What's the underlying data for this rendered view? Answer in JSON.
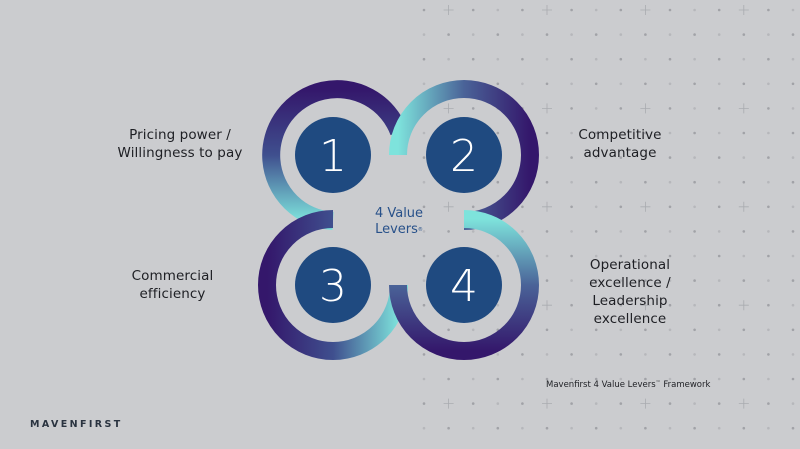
{
  "diagram": {
    "center_label_line1": "4 Value",
    "center_label_line2": "Levers",
    "center_label_mark": "®",
    "levers": [
      {
        "number": "1",
        "label_lines": [
          "Pricing power /",
          "Willingness to pay"
        ]
      },
      {
        "number": "2",
        "label_lines": [
          "Competitive",
          "advantage"
        ]
      },
      {
        "number": "3",
        "label_lines": [
          "Commercial",
          "efficiency"
        ]
      },
      {
        "number": "4",
        "label_lines": [
          "Operational",
          "excellence /",
          "Leadership",
          "excellence"
        ]
      }
    ]
  },
  "caption": {
    "text": "Mavenfirst 4 Value Levers",
    "mark": "™",
    "suffix": " Framework"
  },
  "brand": {
    "name": "MAVENFIRST"
  },
  "colors": {
    "background": "#cbcccf",
    "disc": "#1f4a80",
    "ring_dark": "#34176b",
    "ring_light": "#7ee3dc",
    "center_text": "#28518a",
    "body_text": "#1e1f24"
  }
}
